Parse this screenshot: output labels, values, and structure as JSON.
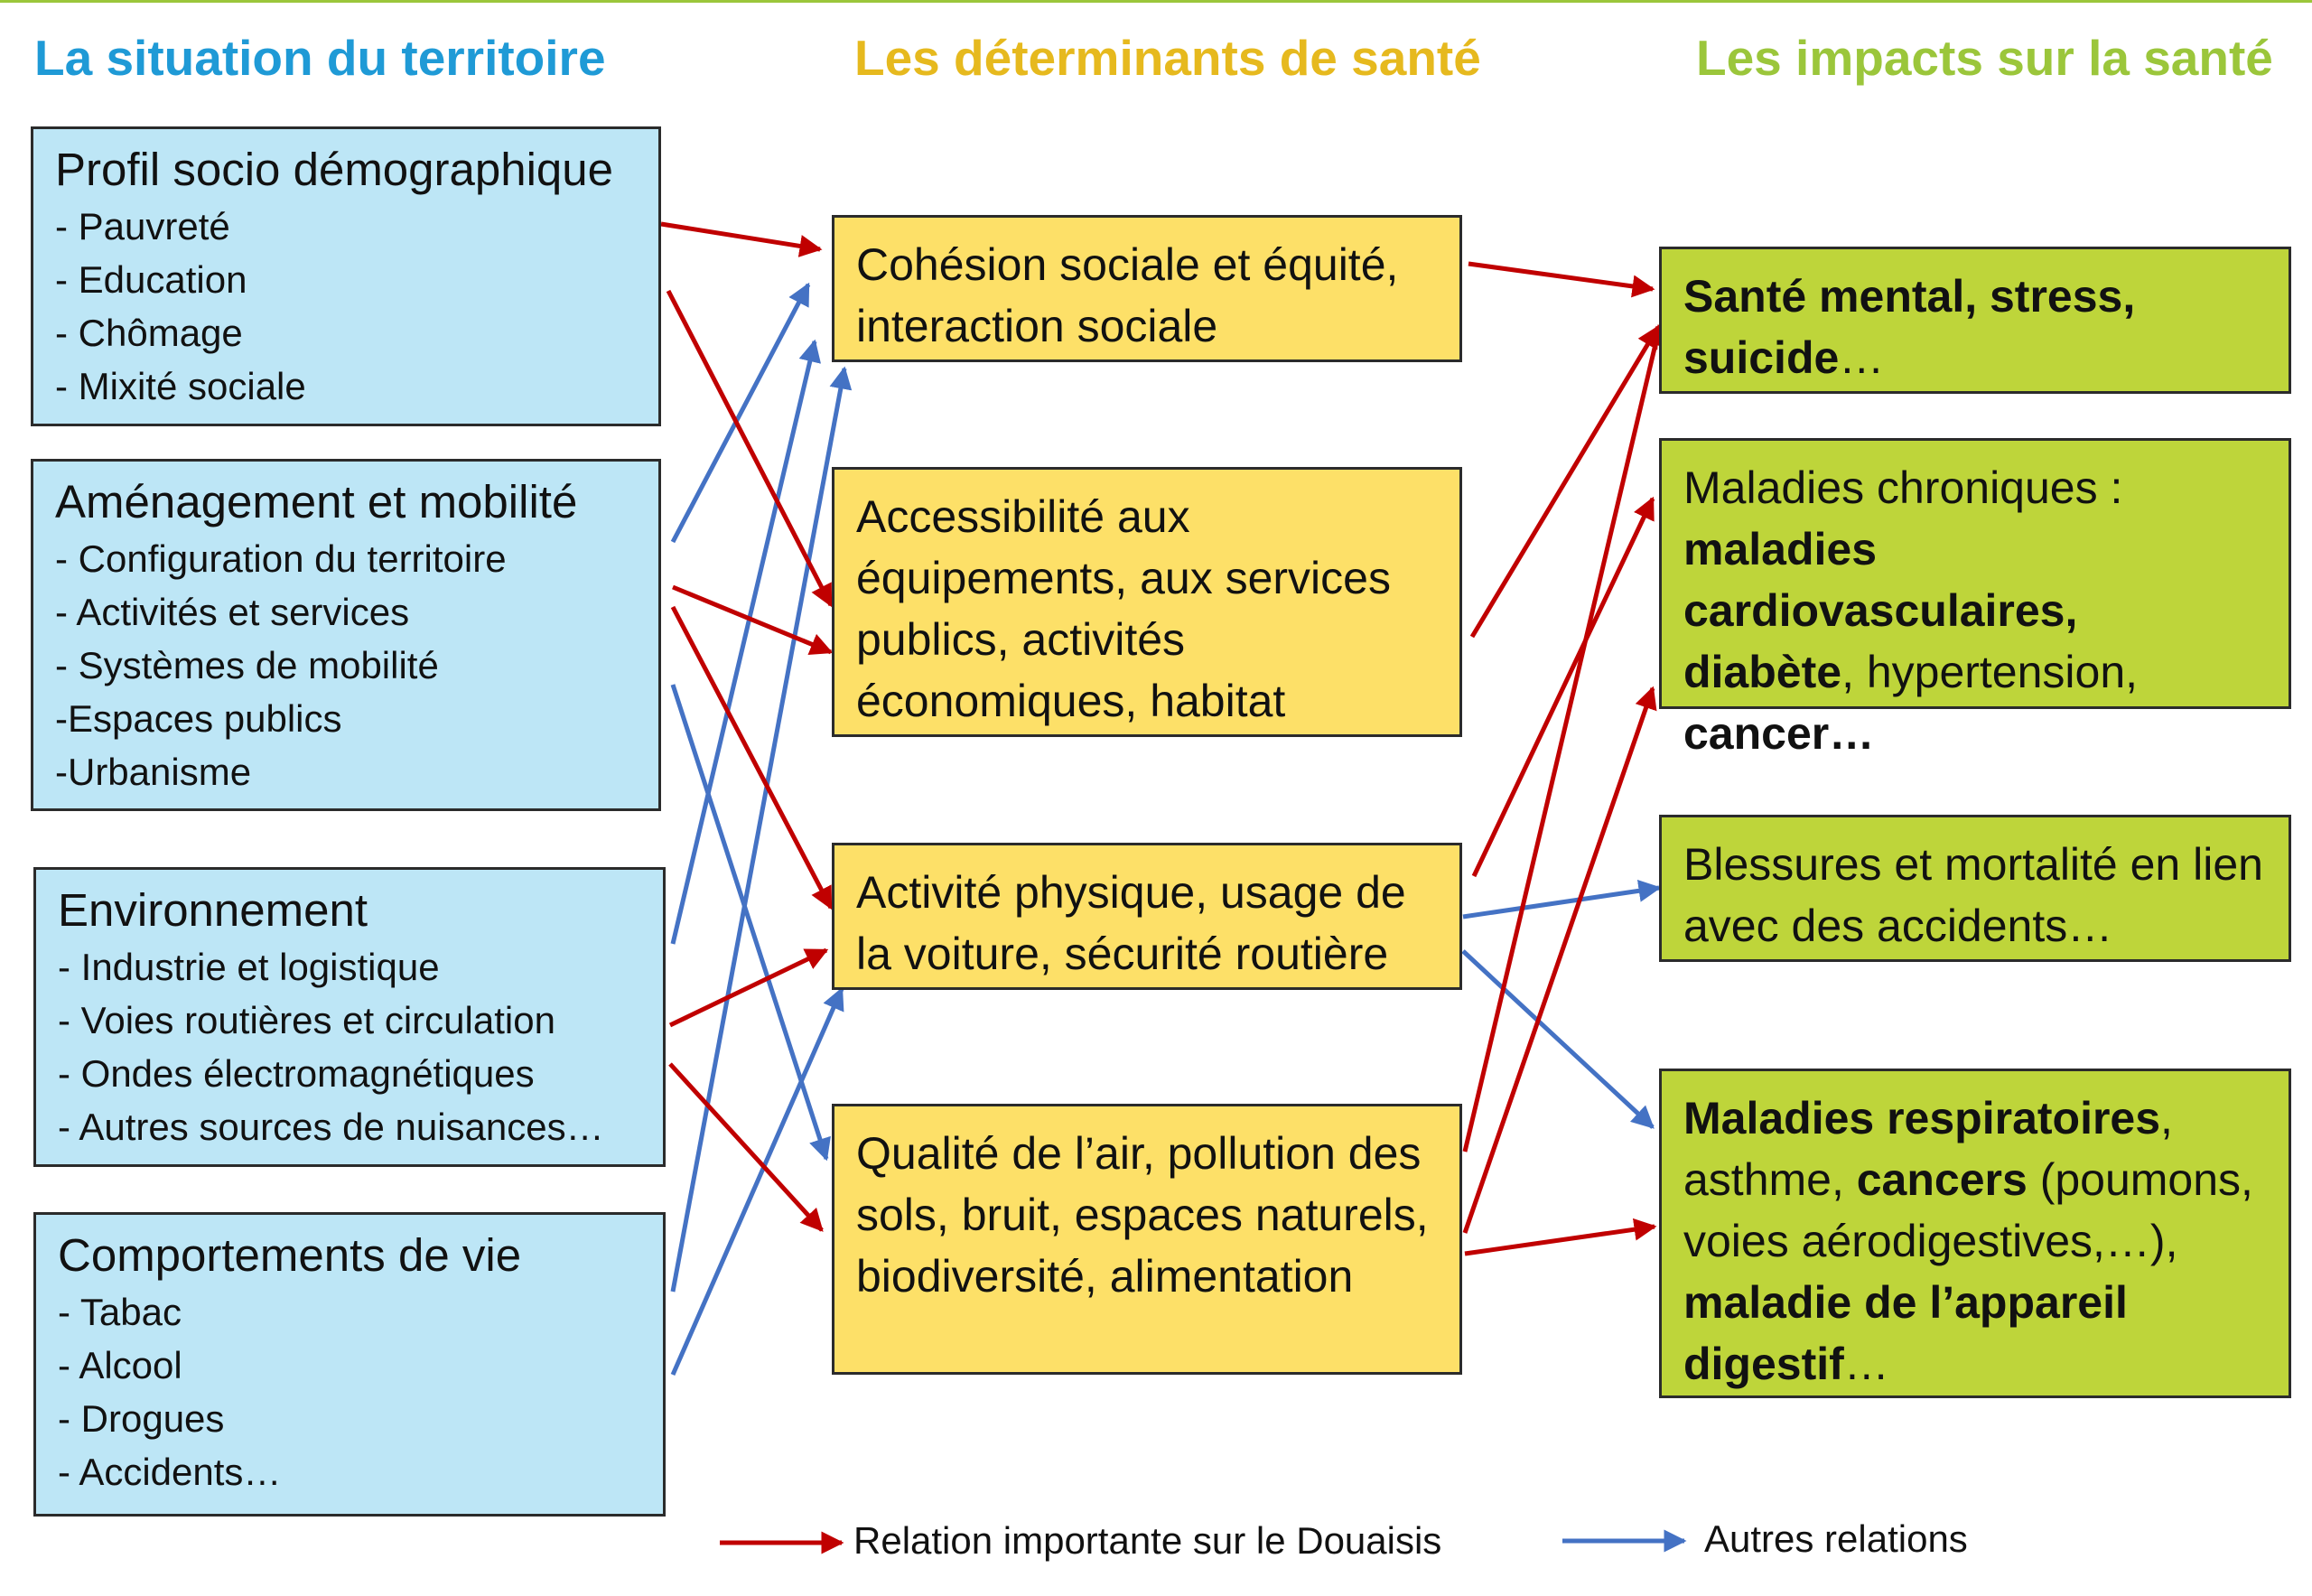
{
  "colors": {
    "blue_title": "#1f9ad6",
    "yellow_title": "#e6b91e",
    "green_title": "#9bc63b",
    "red_arrow": "#c00000",
    "blue_arrow": "#4472c4"
  },
  "columns": {
    "situation": "La situation du territoire",
    "determinants": "Les déterminants de santé",
    "impacts": "Les impacts sur la santé"
  },
  "situation": [
    {
      "title": "Profil socio démographique",
      "items": [
        "- Pauvreté",
        "- Education",
        "- Chômage",
        "- Mixité sociale"
      ]
    },
    {
      "title": "Aménagement et mobilité",
      "items": [
        "- Configuration du territoire",
        "- Activités et services",
        "- Systèmes de mobilité",
        "-Espaces publics",
        "-Urbanisme"
      ]
    },
    {
      "title": "Environnement",
      "items": [
        "- Industrie et logistique",
        "- Voies routières et circulation",
        "- Ondes électromagnétiques",
        "- Autres sources de nuisances…"
      ]
    },
    {
      "title": "Comportements de vie",
      "items": [
        "- Tabac",
        "- Alcool",
        "- Drogues",
        "- Accidents…"
      ]
    }
  ],
  "determinants": [
    "Cohésion sociale et équité, interaction sociale",
    "Accessibilité aux équipements, aux services publics, activités économiques, habitat",
    "Activité physique, usage de la voiture, sécurité routière",
    "Qualité de l’air, pollution des sols, bruit, espaces naturels, biodiversité, alimentation"
  ],
  "impacts": {
    "mental": {
      "bold": "Santé mental, stress, suicide",
      "rest": "…"
    },
    "chronic": {
      "t1": "Maladies chroniques :",
      "b1": "maladies cardiovasculaires,",
      "b2": "diabète",
      "t2": ", hypertension,",
      "b3": "cancer…"
    },
    "injuries": "Blessures et mortalité en lien avec des accidents…",
    "respiratory": {
      "b1": "Maladies respiratoires",
      "t1": ",",
      "t2": "asthme, ",
      "b2": "cancers",
      "t3": " (poumons, voies aérodigestives,…),",
      "b3": "maladie de l’appareil digestif",
      "t4": "…"
    }
  },
  "legend": {
    "important": "Relation importante sur le Douaisis",
    "other": "Autres relations"
  }
}
